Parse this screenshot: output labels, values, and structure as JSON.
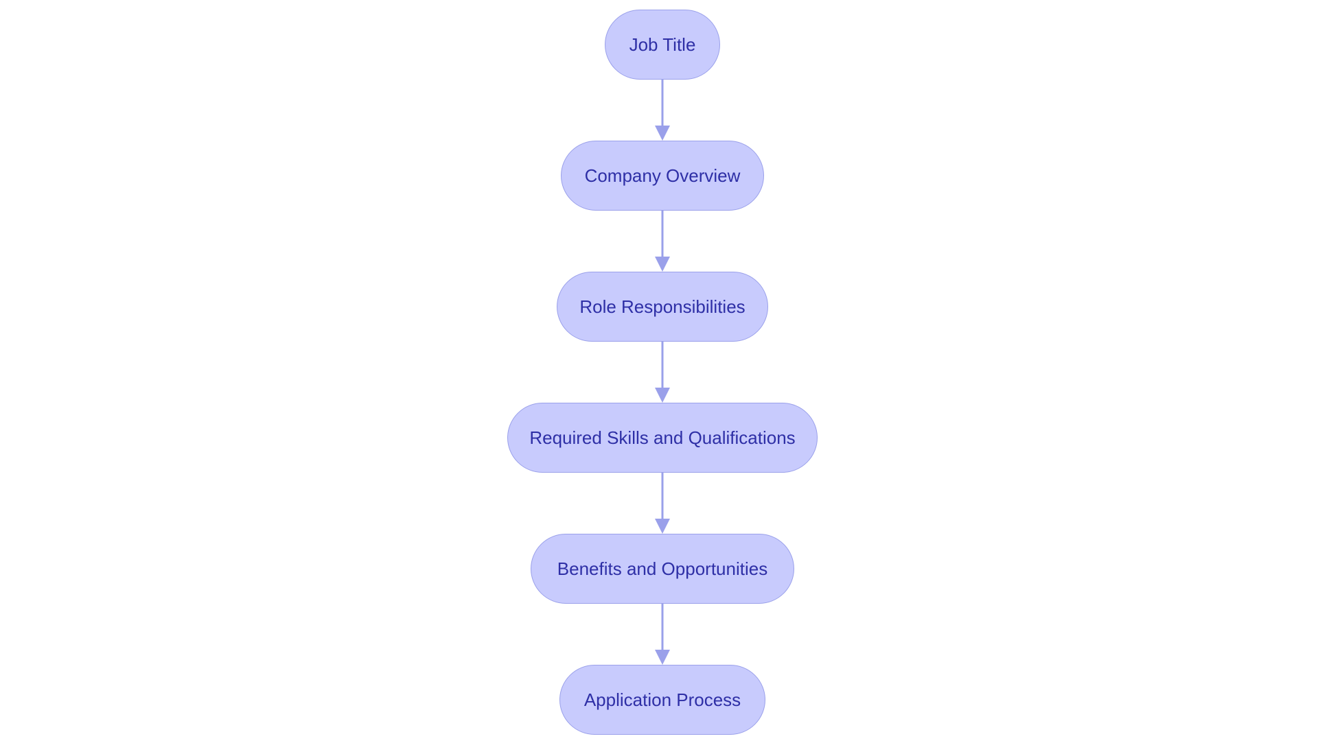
{
  "diagram": {
    "type": "flowchart",
    "direction": "top-to-bottom",
    "colors": {
      "node_fill": "#c8cbfd",
      "node_border": "#9aa0ea",
      "node_text": "#2e2fa6",
      "edge": "#9aa0ea"
    },
    "nodes": [
      {
        "id": "job-title",
        "label": "Job Title"
      },
      {
        "id": "company-overview",
        "label": "Company Overview"
      },
      {
        "id": "role-responsibilities",
        "label": "Role Responsibilities"
      },
      {
        "id": "required-skills",
        "label": "Required Skills and Qualifications"
      },
      {
        "id": "benefits",
        "label": "Benefits and Opportunities"
      },
      {
        "id": "application-process",
        "label": "Application Process"
      }
    ],
    "edges": [
      {
        "from": "job-title",
        "to": "company-overview"
      },
      {
        "from": "company-overview",
        "to": "role-responsibilities"
      },
      {
        "from": "role-responsibilities",
        "to": "required-skills"
      },
      {
        "from": "required-skills",
        "to": "benefits"
      },
      {
        "from": "benefits",
        "to": "application-process"
      }
    ]
  }
}
